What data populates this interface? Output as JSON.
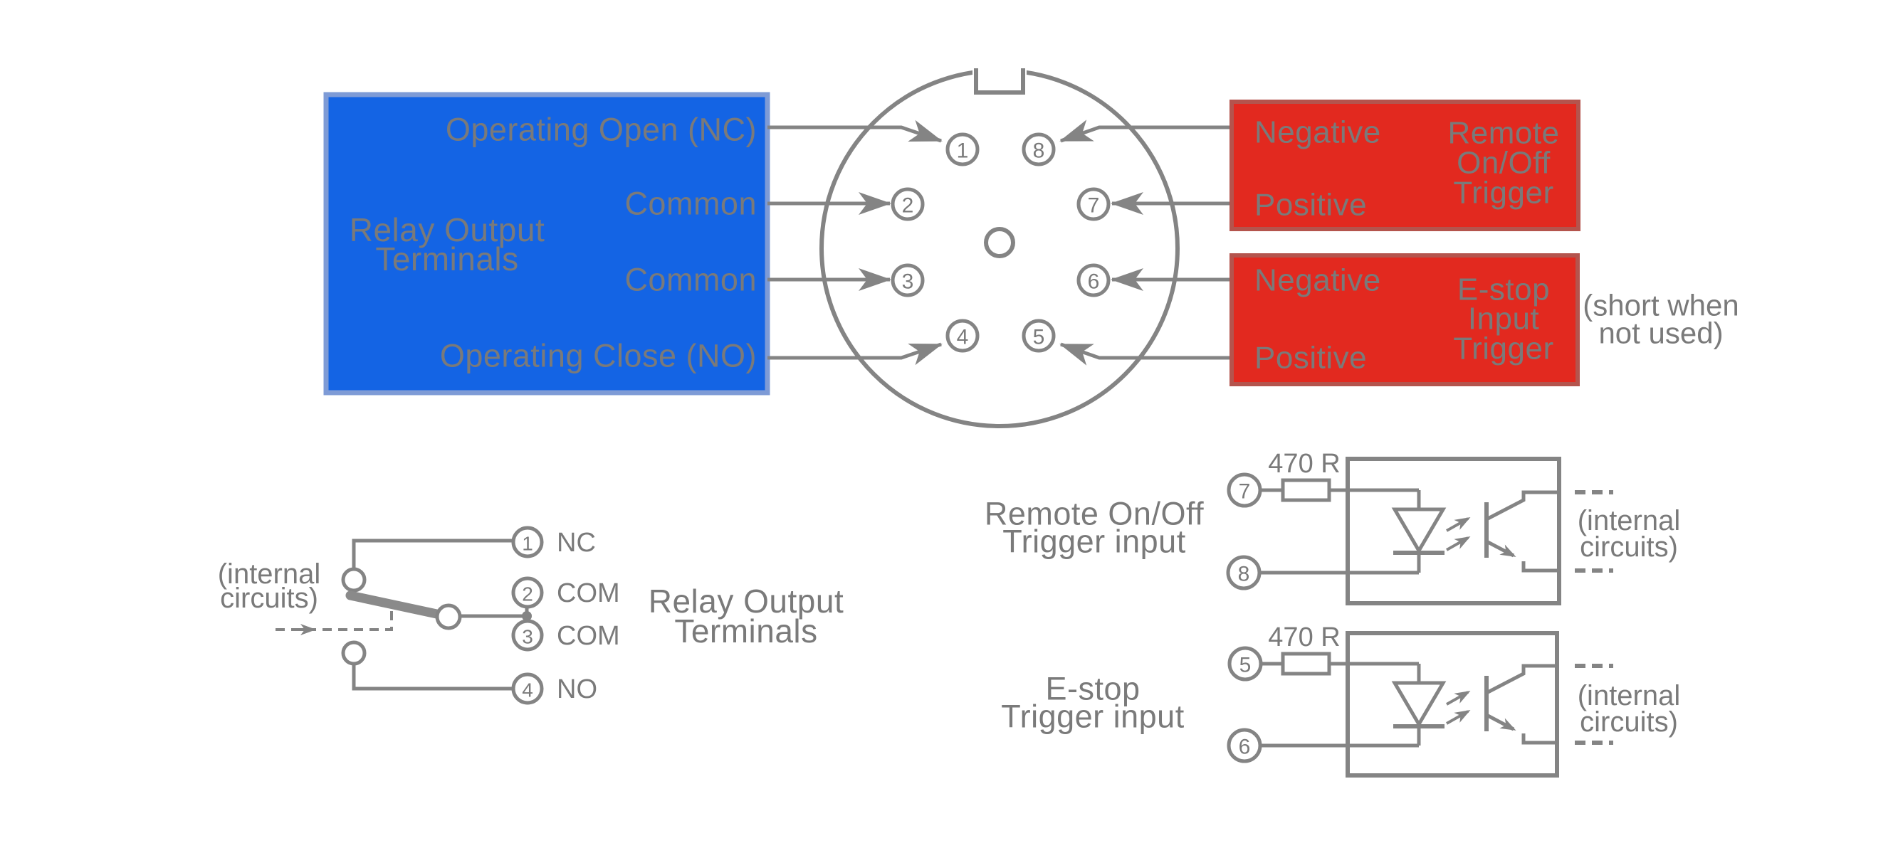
{
  "colors": {
    "blue_fill": "#1464e4",
    "blue_border": "#7e9bd6",
    "red_fill": "#e2291f",
    "red_border": "#b4544d",
    "line_gray": "#848484",
    "text_gray": "#7a7a7a"
  },
  "relay_box": {
    "rows": [
      "Operating Open (NC)",
      "Common",
      "Common",
      "Operating Close (NO)"
    ],
    "title": [
      "Relay Output",
      "Terminals"
    ]
  },
  "connector": {
    "pins": [
      "1",
      "2",
      "3",
      "4",
      "5",
      "6",
      "7",
      "8"
    ]
  },
  "remote_box": {
    "negative": "Negative",
    "positive": "Positive",
    "title": [
      "Remote",
      "On/Off",
      "Trigger"
    ]
  },
  "estop_box": {
    "negative": "Negative",
    "positive": "Positive",
    "title": [
      "E-stop",
      "Input",
      "Trigger"
    ]
  },
  "short_note": {
    "line1": "(short when",
    "line2": "not used)"
  },
  "relay_schematic": {
    "internal": {
      "line1": "(internal",
      "line2": "circuits)"
    },
    "terminals": [
      {
        "num": "1",
        "label": "NC"
      },
      {
        "num": "2",
        "label": "COM"
      },
      {
        "num": "3",
        "label": "COM"
      },
      {
        "num": "4",
        "label": "NO"
      }
    ],
    "caption": [
      "Relay Output",
      "Terminals"
    ]
  },
  "opto_circuits": [
    {
      "label": [
        "Remote On/Off",
        "Trigger input"
      ],
      "pin_top": "7",
      "pin_bottom": "8",
      "resistor": "470 R",
      "internal": [
        "(internal",
        "circuits)"
      ]
    },
    {
      "label": [
        "E-stop",
        "Trigger input"
      ],
      "pin_top": "5",
      "pin_bottom": "6",
      "resistor": "470 R",
      "internal": [
        "(internal",
        "circuits)"
      ]
    }
  ]
}
